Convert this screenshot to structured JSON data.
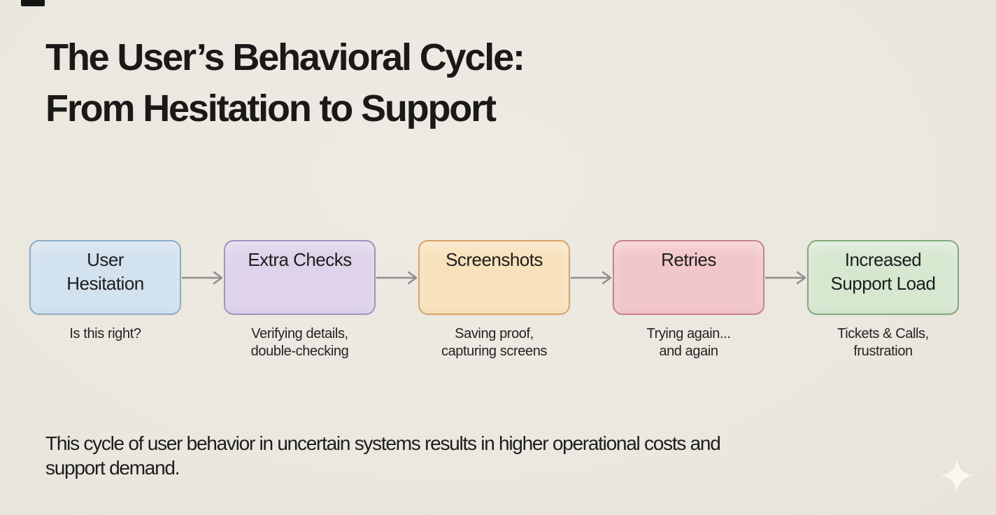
{
  "slide": {
    "title_lines": [
      "The User’s Behavioral Cycle:",
      "From Hesitation to Support"
    ],
    "footer_lines": [
      "This cycle of user behavior in uncertain systems results in higher operational costs and",
      "support demand."
    ]
  },
  "flow": {
    "steps": [
      {
        "label_lines": [
          "User",
          "Hesitation"
        ],
        "caption_lines": [
          "Is this right?"
        ],
        "fill": "#d2e2ef",
        "border": "#8cabc6"
      },
      {
        "label_lines": [
          "Extra Checks"
        ],
        "caption_lines": [
          "Verifying details,",
          "double-checking"
        ],
        "fill": "#ded3ea",
        "border": "#a492c3"
      },
      {
        "label_lines": [
          "Screenshots"
        ],
        "caption_lines": [
          "Saving proof,",
          "capturing screens"
        ],
        "fill": "#f8e2bc",
        "border": "#d8a466"
      },
      {
        "label_lines": [
          "Retries"
        ],
        "caption_lines": [
          "Trying again...",
          "and again"
        ],
        "fill": "#f2c7c9",
        "border": "#c9828a"
      },
      {
        "label_lines": [
          "Increased",
          "Support Load"
        ],
        "caption_lines": [
          "Tickets & Calls,",
          "frustration"
        ],
        "fill": "#d7e8d1",
        "border": "#84a87b"
      }
    ],
    "arrow_color": "#8d8d8d"
  },
  "decor": {
    "top_mark_color": "#141414",
    "sparkle_color": "#f9f7f0"
  },
  "colors": {
    "background": "#ebe8e0",
    "title_text": "#1a1917",
    "body_text": "#1d1d1d"
  }
}
